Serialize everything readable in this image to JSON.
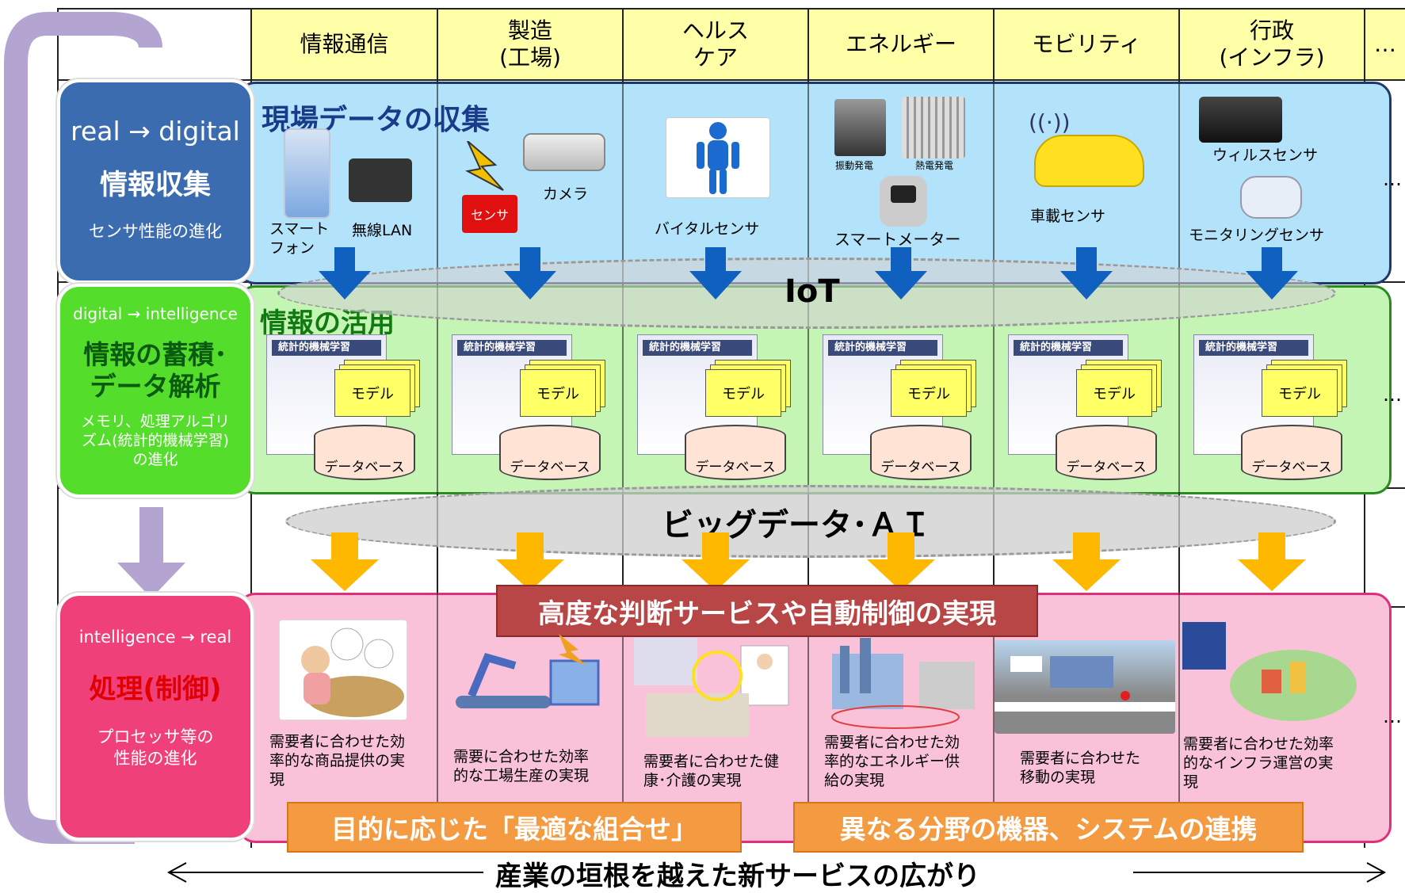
{
  "columns": [
    {
      "label": "情報通信"
    },
    {
      "label": "製造\n(工場)"
    },
    {
      "label": "ヘルス\nケア"
    },
    {
      "label": "エネルギー"
    },
    {
      "label": "モビリティ"
    },
    {
      "label": "行政\n(インフラ)"
    },
    {
      "label": "…"
    }
  ],
  "process": [
    {
      "phase": "real → digital",
      "title": "情報収集",
      "sub": "センサ性能の進化"
    },
    {
      "phase": "digital → intelligence",
      "title": "情報の蓄積･\nデータ解析",
      "sub": "メモリ、処理アルゴリ\nズム(統計的機械学習)\nの進化"
    },
    {
      "phase": "intelligence → real",
      "title": "処理(制御)",
      "sub": "プロセッサ等の\n性能の進化"
    }
  ],
  "bands": {
    "collect": "現場データの収集",
    "utilize": "情報の活用",
    "iot": "IoT",
    "bigdata": "ビッグデータ･ＡＩ",
    "realize": "高度な判断サービスや自動制御の実現"
  },
  "sensors": {
    "smartphone": "スマート\nフォン",
    "wlan": "無線LAN",
    "sensor": "センサ",
    "camera": "カメラ",
    "vital": "バイタルセンサ",
    "vibration": "振動発電",
    "thermal": "熱電発電",
    "smartmeter": "スマートメーター",
    "vehicle": "車載センサ",
    "virus": "ウィルスセンサ",
    "monitoring": "モニタリングセンサ"
  },
  "analysis": {
    "doc_title": "統計的機械学習",
    "model": "モデル",
    "database": "データベース"
  },
  "results": [
    "需要者に合わせた効\n率的な商品提供の実\n現",
    "需要に合わせた効率\n的な工場生産の実現",
    "需要者に合わせた健\n康･介護の実現",
    "需要者に合わせた効\n率的なエネルギー供\n給の実現",
    "需要者に合わせた\n移動の実現",
    "需要者に合わせた効率\n的なインフラ運営の実\n現"
  ],
  "bottom": {
    "left_box": "目的に応じた「最適な組合せ」",
    "right_box": "異なる分野の機器、システムの連携",
    "footer": "産業の垣根を越えた新サービスの広がり"
  },
  "ellipsis": "…",
  "colors": {
    "header_yellow": "#ffffa8",
    "collect_band": "#b3e3fa",
    "utilize_band": "#c4f5b4",
    "realize_band": "#fac2d8",
    "process_blue": "#3c6cb0",
    "process_green": "#55dd2c",
    "process_pink": "#f0407a",
    "flow_purple": "#b4a4d2",
    "arrow_blue": "#1060c0",
    "arrow_orange": "#ffb800",
    "banner_red": "#b84646"
  }
}
